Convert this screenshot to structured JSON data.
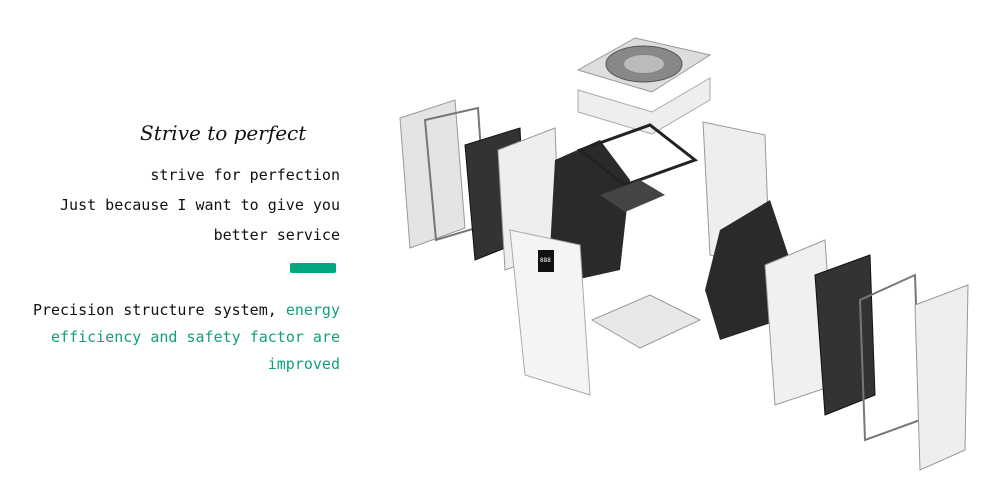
{
  "heading": "Strive to perfect",
  "lines": [
    "strive for perfection",
    "Just because I want to give you",
    "better service"
  ],
  "paragraph": {
    "plain": "Precision structure system, ",
    "highlight": "energy efficiency and safety factor are improved"
  },
  "colors": {
    "accent": "#00a67e",
    "text": "#111111"
  },
  "product_display_text": "888"
}
